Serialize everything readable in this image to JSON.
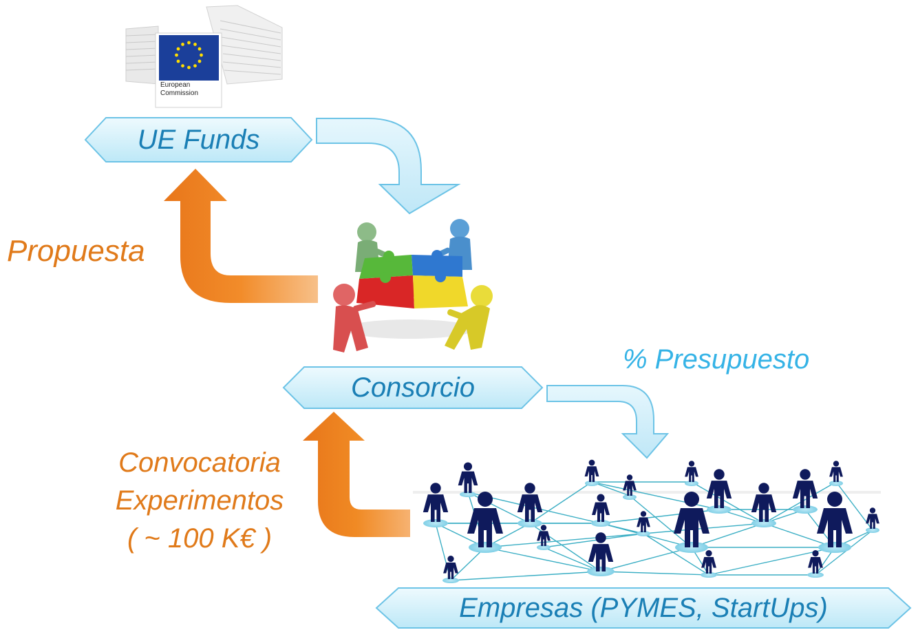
{
  "logo": {
    "name": "European Commission",
    "line1": "European",
    "line2": "Commission",
    "flag_color": "#1b3f9a",
    "star_color": "#ffdd00"
  },
  "nodes": {
    "ue_funds": "UE Funds",
    "consorcio": "Consorcio",
    "empresas": "Empresas (PYMES, StartUps)"
  },
  "labels": {
    "propuesta": "Propuesta",
    "presupuesto": "% Presupuesto",
    "convocatoria_line1": "Convocatoria",
    "convocatoria_line2": "Experimentos",
    "convocatoria_line3": "( ~ 100 K€ )"
  },
  "colors": {
    "banner_fill": "#d6f1fb",
    "banner_stroke": "#6cc3e6",
    "banner_text": "#1a7fb5",
    "flow_arrow": "#c9ecf8",
    "return_arrow": "#f08a24",
    "caption_orange": "#e07a1a",
    "caption_blue": "#35b3e6",
    "network_line": "#3aaec4",
    "person": "#0f1a5c"
  }
}
